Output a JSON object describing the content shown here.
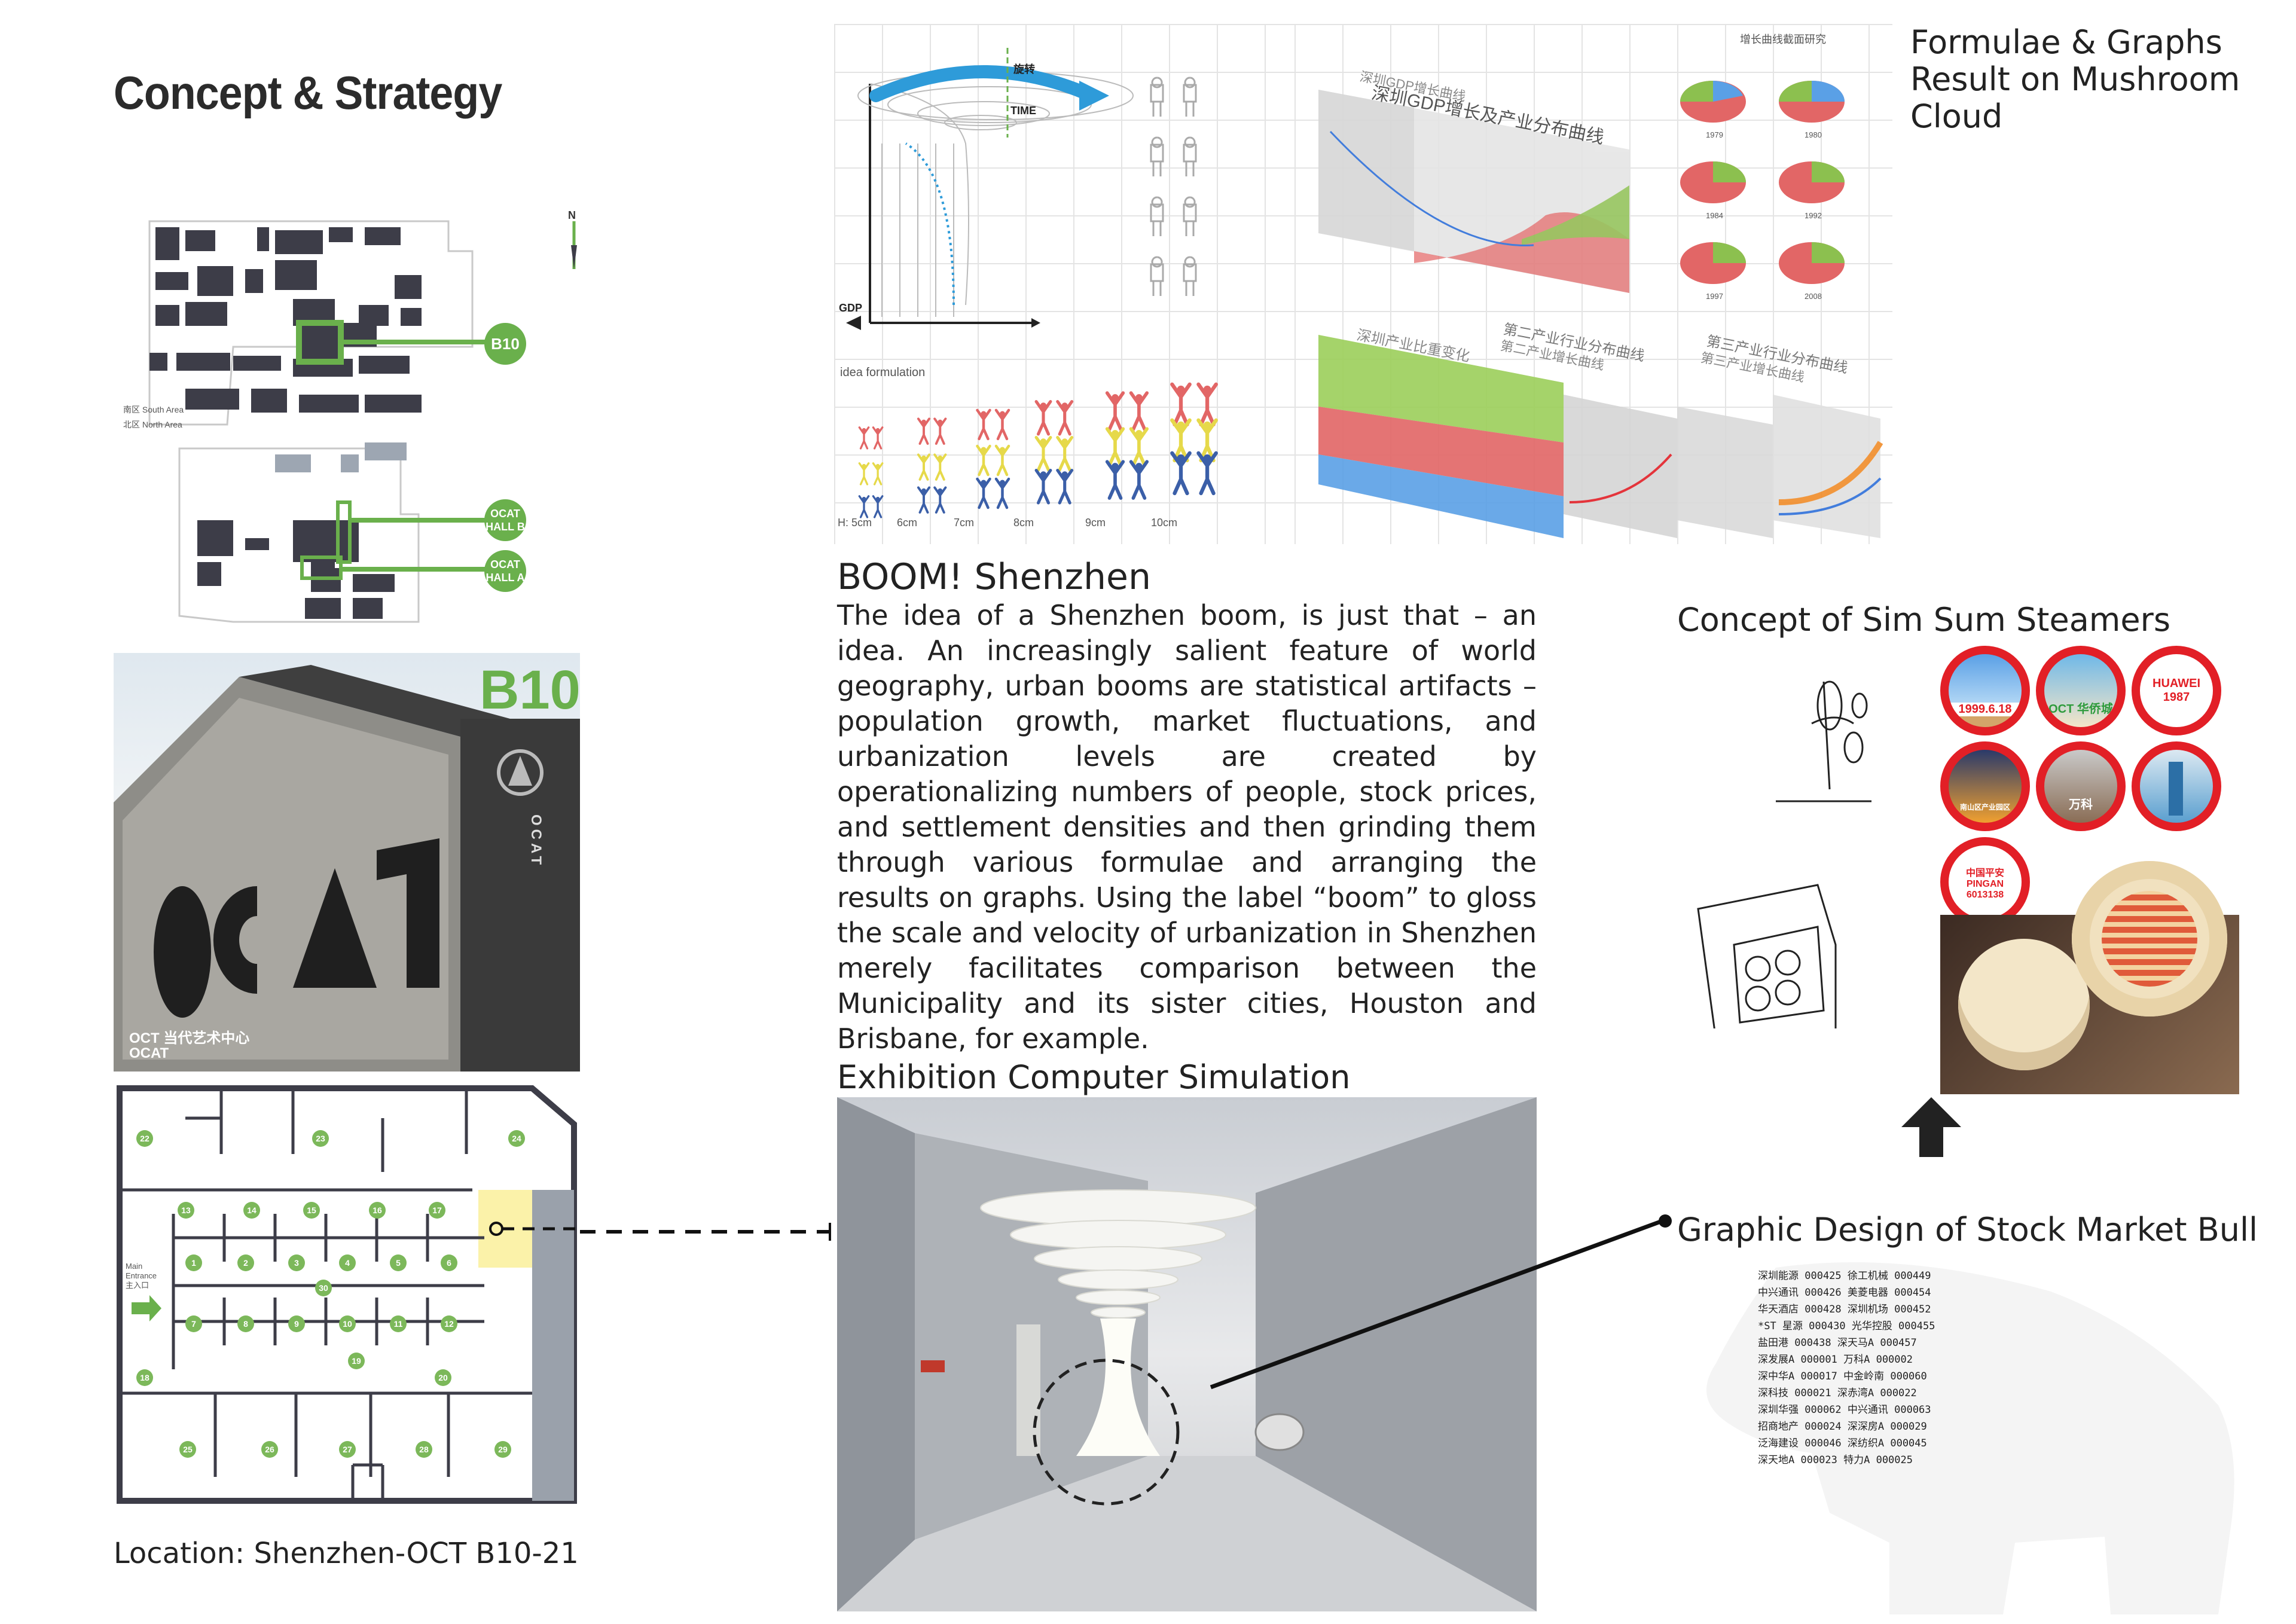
{
  "title": "Concept & Strategy",
  "formulae": {
    "line1": "Formulae & Graphs",
    "line2": "Result on Mushroom Cloud"
  },
  "site_map": {
    "badges": [
      "B10",
      "OCAT\nHALL B",
      "OCAT\nHALL A"
    ],
    "north": "N",
    "south_area": "南区 South Area",
    "north_area": "北区 North Area"
  },
  "photo": {
    "badge": "B10",
    "caption_cn": "OCT 当代艺术中心",
    "caption_en": "OCAT",
    "wall_text": "OCAT"
  },
  "floor_plan": {
    "entrance": "Main Entrance 主入口",
    "rooms": [
      "22",
      "23",
      "24",
      "13",
      "14",
      "15",
      "16",
      "17",
      "1",
      "2",
      "3",
      "4",
      "5",
      "6",
      "30",
      "7",
      "8",
      "9",
      "10",
      "11",
      "12",
      "19",
      "18",
      "20",
      "25",
      "26",
      "27",
      "28",
      "29"
    ]
  },
  "location": "Location:  Shenzhen-OCT B10-21",
  "diagram": {
    "rotate": "旋转",
    "time": "TIME",
    "gdp": "GDP",
    "idea_formulation": "idea formulation",
    "heights": [
      "H:  5cm",
      "6cm",
      "7cm",
      "8cm",
      "9cm",
      "10cm"
    ]
  },
  "charts_panel": {
    "pie_title": "增长曲线截面研究",
    "pie_years": [
      "1979",
      "1980",
      "1984",
      "1992",
      "1997",
      "2008"
    ],
    "chart1": "深圳GDP增长及产业分布曲线",
    "chart1_sub": "深圳GDP增长曲线",
    "chart2": "深圳产业比重变化",
    "chart3": "第二产业行业分布曲线",
    "chart3_sub": "第二产业增长曲线",
    "chart4": "第三产业行业分布曲线",
    "chart4_sub": "第三产业增长曲线"
  },
  "boom": {
    "title": "BOOM! Shenzhen",
    "body": "The idea of a Shenzhen boom, is just that – an idea. An increasingly salient feature of world geography, urban booms are statistical artifacts – population growth, market fluctuations, and urbanization levels are created by operationalizing numbers of people, stock prices, and settlement densities and then grinding them through various formulae and arranging the results on graphs. Using the label “boom” to gloss the scale and velocity of urbanization in Shenzhen merely facilitates comparison between the Municipality and its sister cities, Houston and Brisbane, for example."
  },
  "sim_sum": {
    "title": "Concept of Sim Sum Steamers",
    "icons": [
      "1999.6.18",
      "OCT 华侨城",
      "HUAWEI 1987",
      "南山区产业园区",
      "万科",
      "",
      "中国平安 PINGAN 6013138"
    ]
  },
  "exhibition": {
    "title": "Exhibition Computer Simulation"
  },
  "bull": {
    "title": "Graphic Design of Stock Market Bull",
    "ticker_lines": [
      "深圳能源 000425 徐工机械 000449",
      "中兴通讯 000426 美菱电器 000454",
      "华天酒店 000428 深圳机场 000452",
      "*ST 星源 000430 光华控股 000455",
      "盐田港 000438 深天马A 000457",
      "深发展A 000001 万科A 000002",
      "深中华A 000017 中金岭南 000060",
      "深科技 000021 深赤湾A 000022",
      "深圳华强 000062 中兴通讯 000063",
      "招商地产 000024 深深房A 000029",
      "泛海建设 000046 深纺织A 000045",
      "深天地A 000023 特力A 000025"
    ]
  },
  "colors": {
    "accent_green": "#6ab04c",
    "brand_red": "#e21f26",
    "arrow_blue": "#2e9bd9"
  }
}
